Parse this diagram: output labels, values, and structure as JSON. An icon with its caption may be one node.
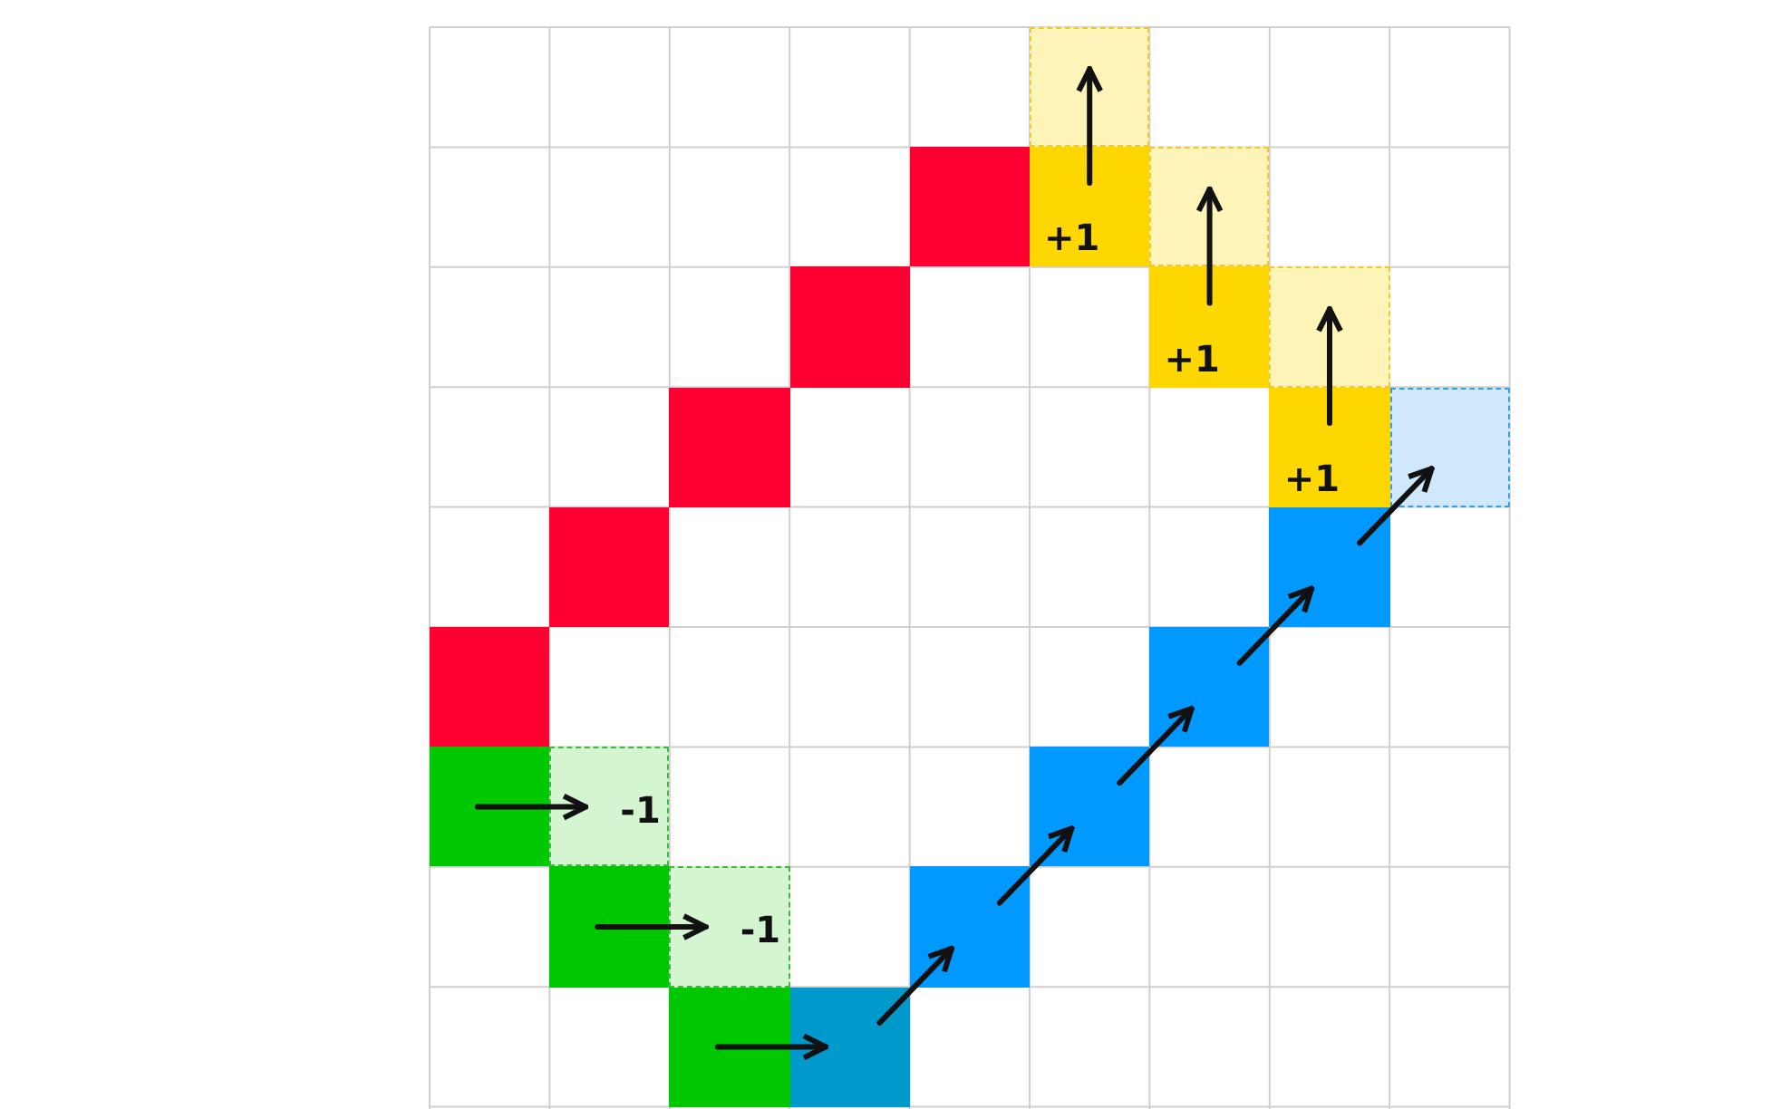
{
  "diagram": {
    "nodes": [
      {
        "text": [],
        "shape": "box"
      },
      {
        "text": [],
        "shape": "box"
      },
      {
        "text": [
          "+1"
        ]
      },
      {
        "text": [],
        "shape": "box"
      },
      {
        "text": [],
        "shape": "box"
      },
      {
        "text": [
          "+1"
        ]
      },
      {
        "text": [],
        "shape": "box"
      },
      {
        "text": [],
        "shape": "box"
      },
      {
        "text": [
          "+1"
        ]
      },
      {
        "text": [],
        "shape": "box"
      },
      {
        "text": [],
        "shape": "box"
      },
      {
        "text": [],
        "shape": "box"
      },
      {
        "text": [],
        "shape": "box"
      },
      {
        "text": [],
        "shape": "box"
      },
      {
        "text": [],
        "shape": "box"
      },
      {
        "text": [
          "-1"
        ]
      },
      {
        "text": [],
        "shape": "box"
      },
      {
        "text": [],
        "shape": "box"
      },
      {
        "text": [
          "-1"
        ]
      },
      {
        "text": [],
        "shape": "box"
      },
      {
        "text": [],
        "shape": "box"
      },
      {
        "text": [],
        "shape": "box"
      }
    ],
    "edges": [
      {
        "from": 2,
        "to": 0,
        "arrow": "to"
      },
      {
        "from": 5,
        "to": 3,
        "arrow": "to"
      },
      {
        "from": 8,
        "to": 6,
        "arrow": "to"
      },
      {
        "from": 14,
        "to": 15,
        "arrow": "to"
      },
      {
        "from": 17,
        "to": 18,
        "arrow": "to"
      },
      {
        "from": 20,
        "to": 21,
        "arrow": "to"
      },
      {
        "from": 21,
        "to": 19,
        "arrow": "to"
      },
      {
        "from": 19,
        "to": 16,
        "arrow": "to"
      },
      {
        "from": 16,
        "to": 13,
        "arrow": "to"
      },
      {
        "from": 13,
        "to": 11,
        "arrow": "to"
      },
      {
        "from": 11,
        "to": 9,
        "arrow": "to"
      }
    ]
  }
}
